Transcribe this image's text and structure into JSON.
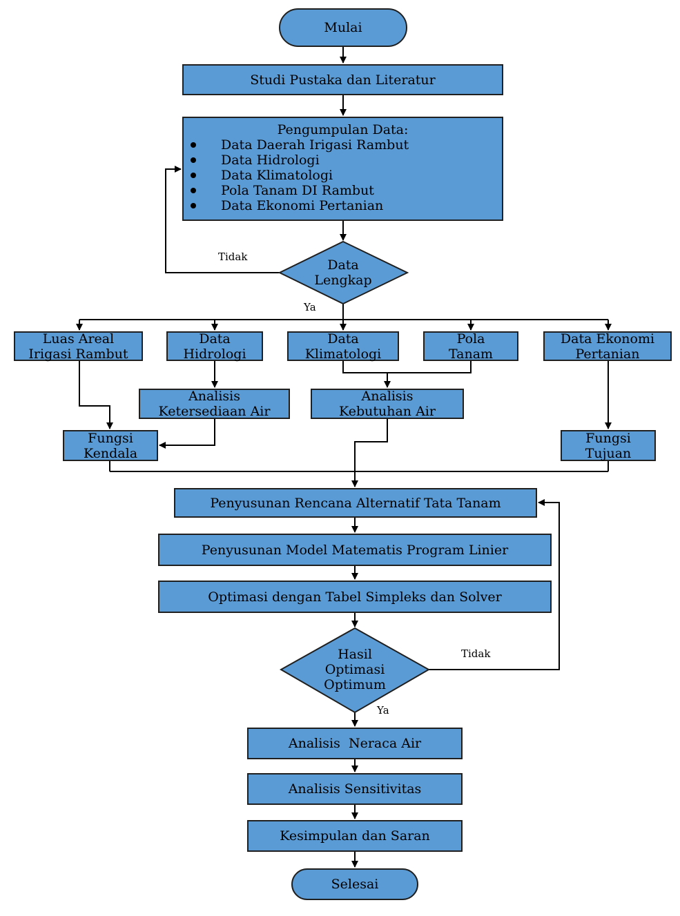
{
  "flowchart": {
    "start": "Mulai",
    "studi": "Studi Pustaka dan Literatur",
    "pengumpulan": {
      "title": "Pengumpulan Data:",
      "items": [
        "Data Daerah Irigasi Rambut",
        "Data Hidrologi",
        "Data Klimatologi",
        "Pola Tanam DI Rambut",
        "Data Ekonomi Pertanian"
      ]
    },
    "decision1": {
      "lines": [
        "Data",
        "Lengkap"
      ],
      "no_label": "Tidak",
      "yes_label": "Ya"
    },
    "branches": {
      "luas": [
        "Luas Areal",
        "Irigasi Rambut"
      ],
      "hidrologi": [
        "Data",
        "Hidrologi"
      ],
      "klimatologi": [
        "Data",
        "Klimatologi"
      ],
      "pola": [
        "Pola",
        "Tanam"
      ],
      "ekonomi": [
        "Data Ekonomi",
        "Pertanian"
      ]
    },
    "analisis_ketersediaan": [
      "Analisis",
      "Ketersediaan Air"
    ],
    "analisis_kebutuhan": [
      "Analisis",
      "Kebutuhan Air"
    ],
    "fungsi_kendala": [
      "Fungsi",
      "Kendala"
    ],
    "fungsi_tujuan": [
      "Fungsi",
      "Tujuan"
    ],
    "penyusunan_rencana": "Penyusunan Rencana Alternatif Tata Tanam",
    "penyusunan_model": "Penyusunan Model Matematis Program Linier",
    "optimasi": "Optimasi dengan Tabel Simpleks dan Solver",
    "decision2": {
      "lines": [
        "Hasil",
        "Optimasi",
        "Optimum"
      ],
      "no_label": "Tidak",
      "yes_label": "Ya"
    },
    "neraca": "Analisis  Neraca Air",
    "sensitivitas": "Analisis Sensitivitas",
    "kesimpulan": "Kesimpulan dan Saran",
    "end": "Selesai"
  },
  "colors": {
    "fill": "#5b9bd5",
    "stroke": "#1f1f1f",
    "arrow": "#000000"
  }
}
